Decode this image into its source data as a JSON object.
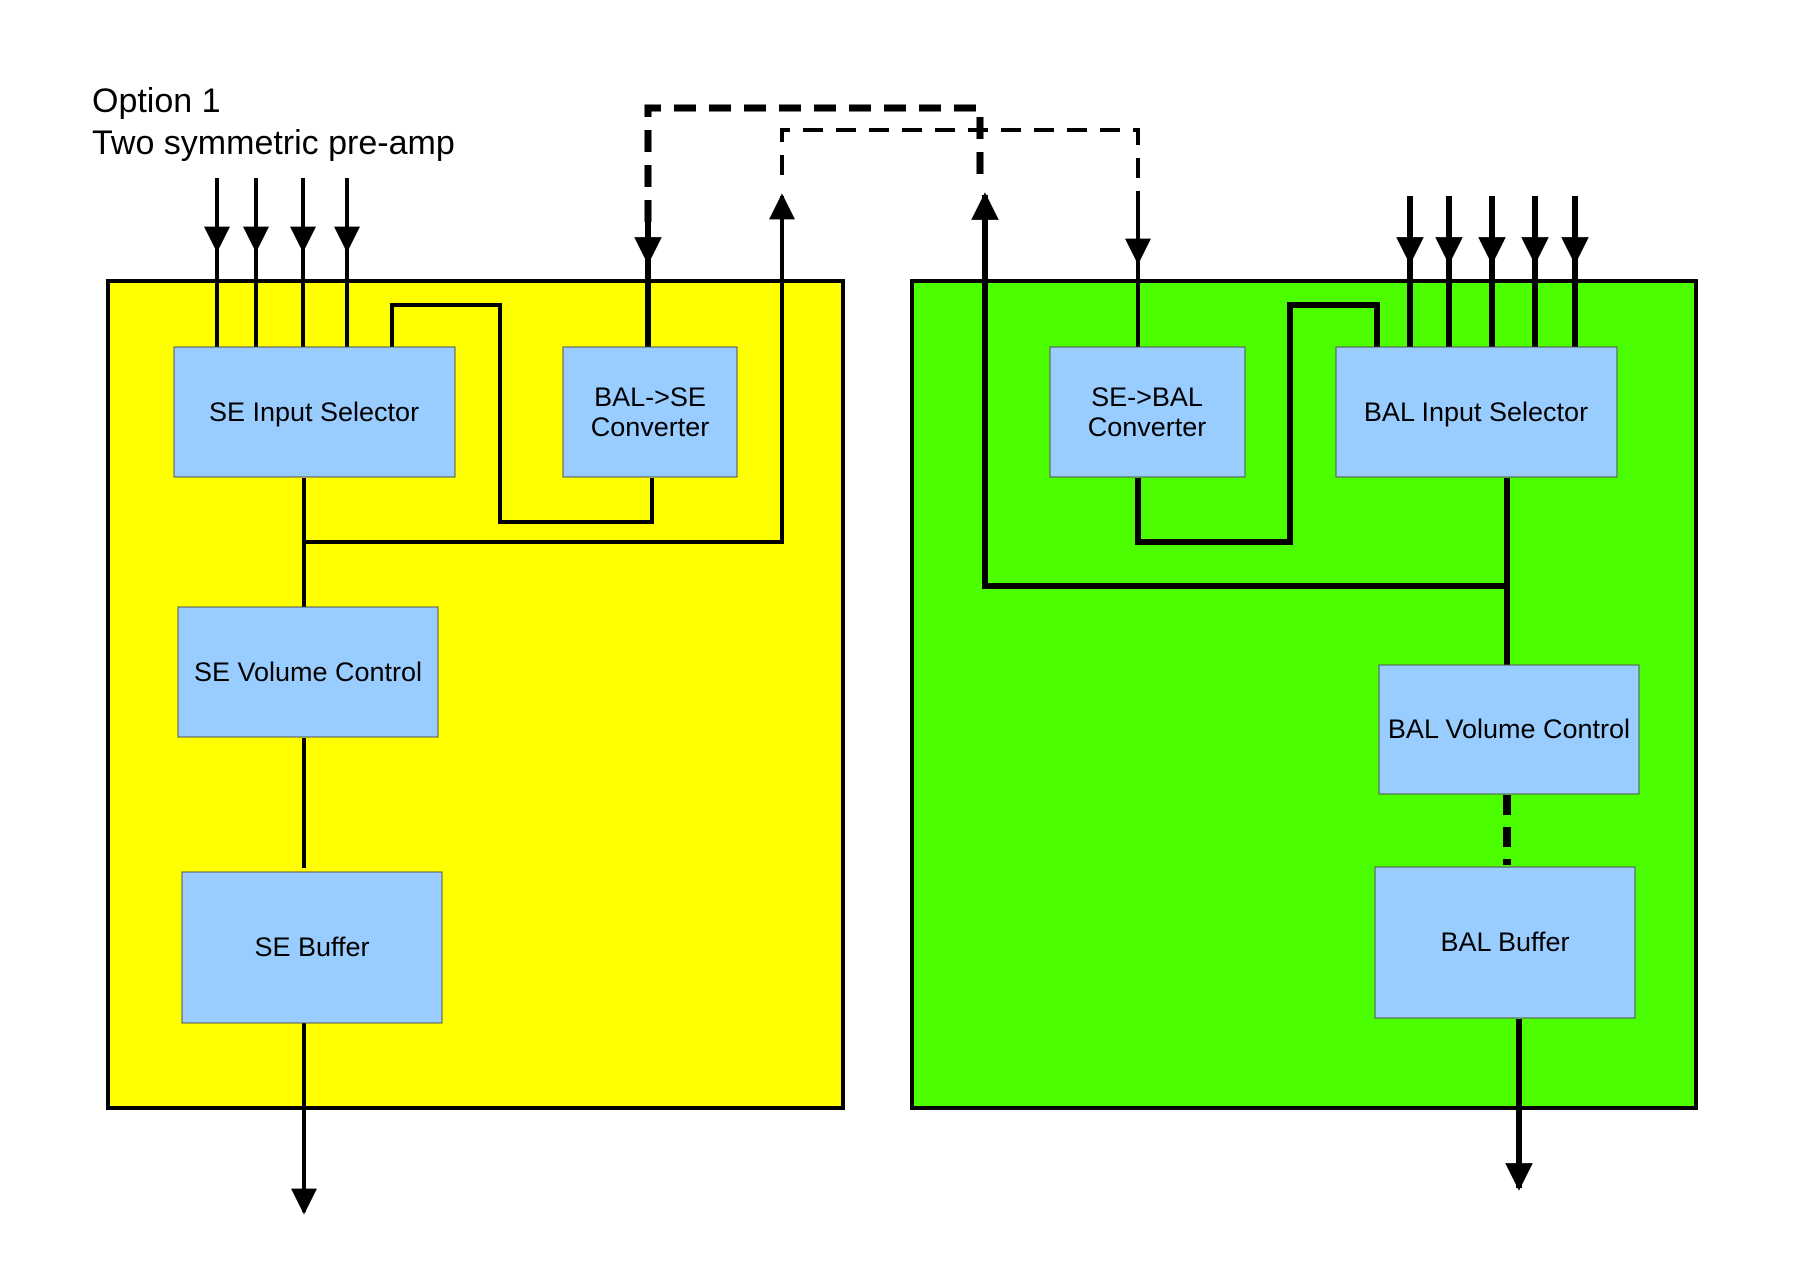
{
  "title": {
    "line1": "Option 1",
    "line2": "Two symmetric pre-amp"
  },
  "colors": {
    "se_panel": "#ffff00",
    "bal_panel": "#4cff00",
    "block_fill": "#99ccff",
    "line": "#000000"
  },
  "se_preamp": {
    "input_selector": "SE Input Selector",
    "converter_line1": "BAL->SE",
    "converter_line2": "Converter",
    "volume_control": "SE Volume Control",
    "buffer": "SE Buffer"
  },
  "bal_preamp": {
    "converter_line1": "SE->BAL",
    "converter_line2": "Converter",
    "input_selector": "BAL Input Selector",
    "volume_control": "BAL Volume Control",
    "buffer": "BAL Buffer"
  }
}
